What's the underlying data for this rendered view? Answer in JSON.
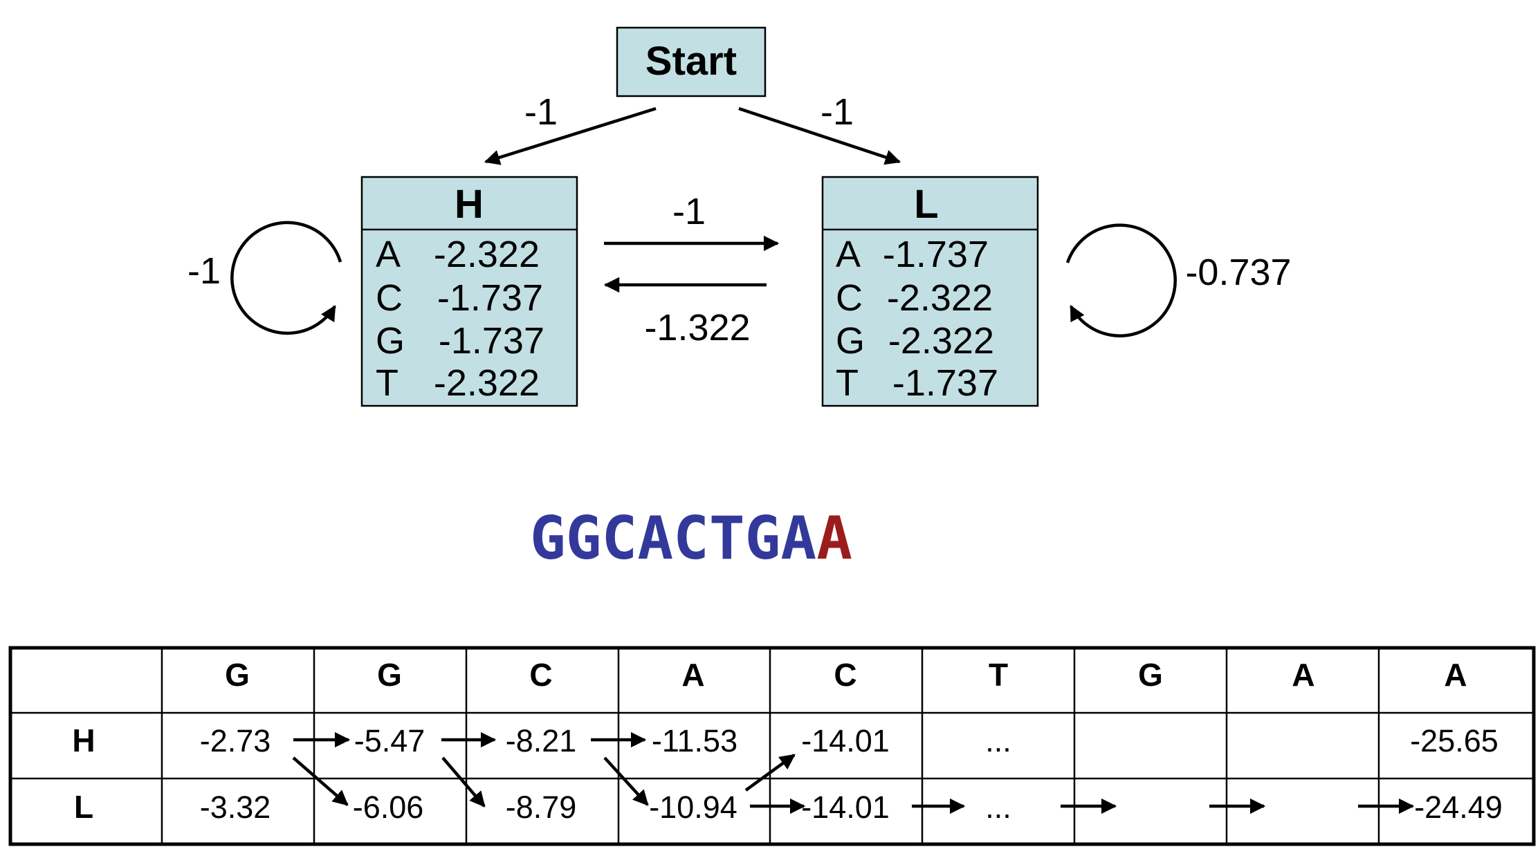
{
  "start_label": "Start",
  "start_edges": {
    "to_h": "-1",
    "to_l": "-1"
  },
  "states": {
    "h": {
      "name": "H",
      "self_loop": "-1",
      "emissions": [
        {
          "sym": "A",
          "val": "-2.322"
        },
        {
          "sym": "C",
          "val": "-1.737"
        },
        {
          "sym": "G",
          "val": "-1.737"
        },
        {
          "sym": "T",
          "val": "-2.322"
        }
      ]
    },
    "l": {
      "name": "L",
      "self_loop": "-0.737",
      "emissions": [
        {
          "sym": "A",
          "val": "-1.737"
        },
        {
          "sym": "C",
          "val": "-2.322"
        },
        {
          "sym": "G",
          "val": "-2.322"
        },
        {
          "sym": "T",
          "val": "-1.737"
        }
      ]
    }
  },
  "transitions": {
    "h_to_l": "-1",
    "l_to_h": "-1.322"
  },
  "sequence": {
    "prefix": "GGCACTGA",
    "last": "A",
    "prefix_color": "#33399a",
    "last_color": "#9b1c1c"
  },
  "table": {
    "columns": [
      "G",
      "G",
      "C",
      "A",
      "C",
      "T",
      "G",
      "A",
      "A"
    ],
    "rows": [
      {
        "label": "H",
        "cells": [
          "-2.73",
          "-5.47",
          "-8.21",
          "-11.53",
          "-14.01",
          "...",
          "",
          "",
          "-25.65"
        ]
      },
      {
        "label": "L",
        "cells": [
          "-3.32",
          "-6.06",
          "-8.79",
          "-10.94",
          "-14.01",
          "...",
          "",
          "",
          "-24.49"
        ]
      }
    ]
  }
}
